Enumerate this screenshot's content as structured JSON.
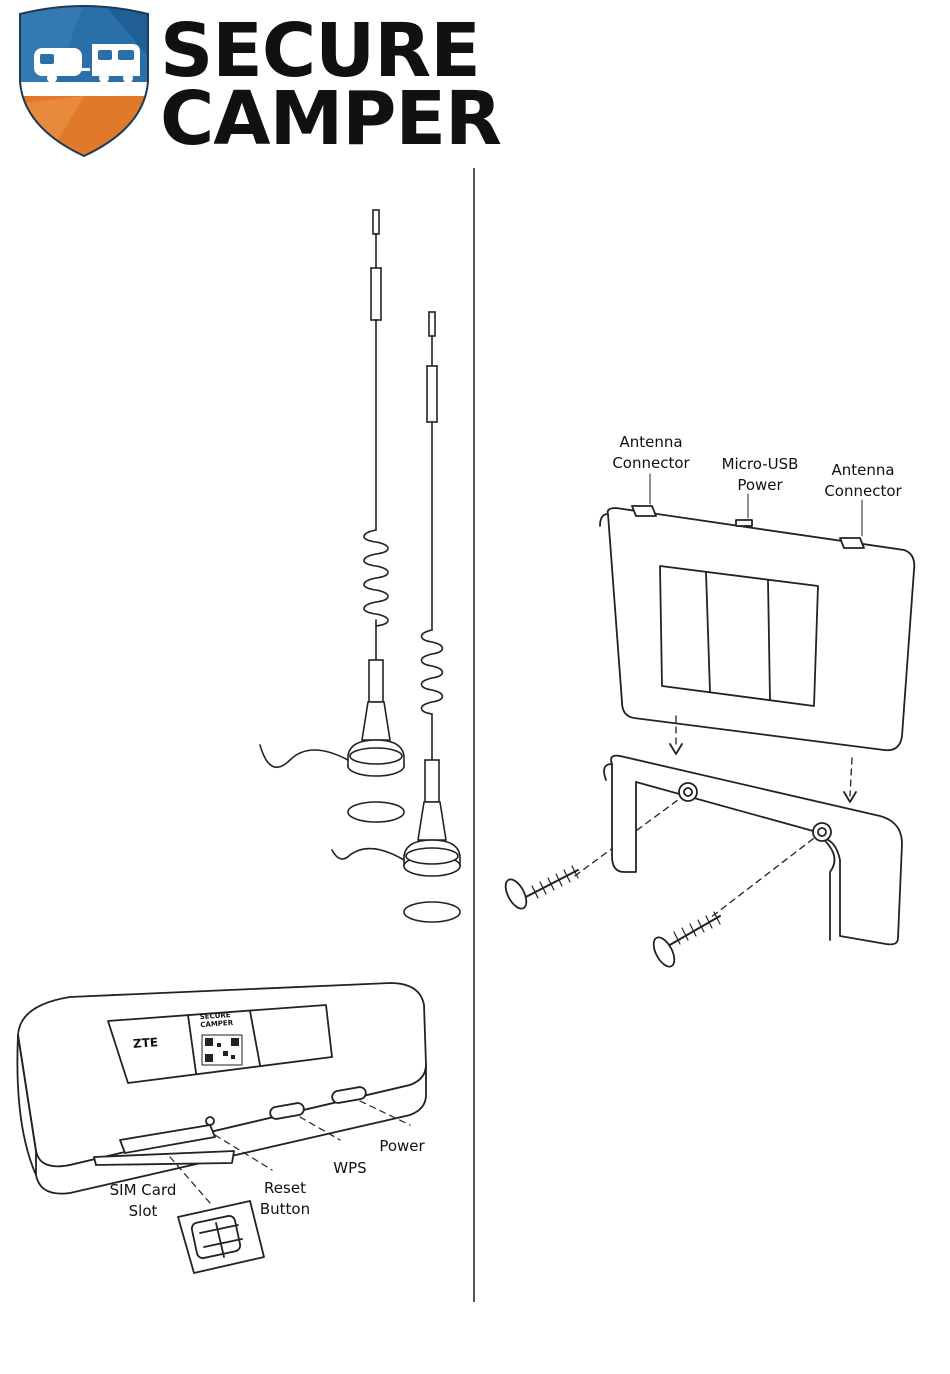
{
  "brand": {
    "line1": "SECURE",
    "line2": "CAMPER",
    "colors": {
      "shield_blue": "#2a6fa8",
      "shield_orange": "#e07a2a",
      "text": "#111111"
    }
  },
  "device_labels": {
    "sim_slot": [
      "SIM Card",
      "Slot"
    ],
    "reset": [
      "Reset",
      "Button"
    ],
    "wps": "WPS",
    "power": "Power",
    "screen_brand": "ZTE",
    "sticker_brand": [
      "SECURE",
      "CAMPER"
    ]
  },
  "router_labels": {
    "antenna_left": [
      "Antenna",
      "Connector"
    ],
    "usb": [
      "Micro-USB",
      "Power"
    ],
    "antenna_right": [
      "Antenna",
      "Connector"
    ]
  }
}
